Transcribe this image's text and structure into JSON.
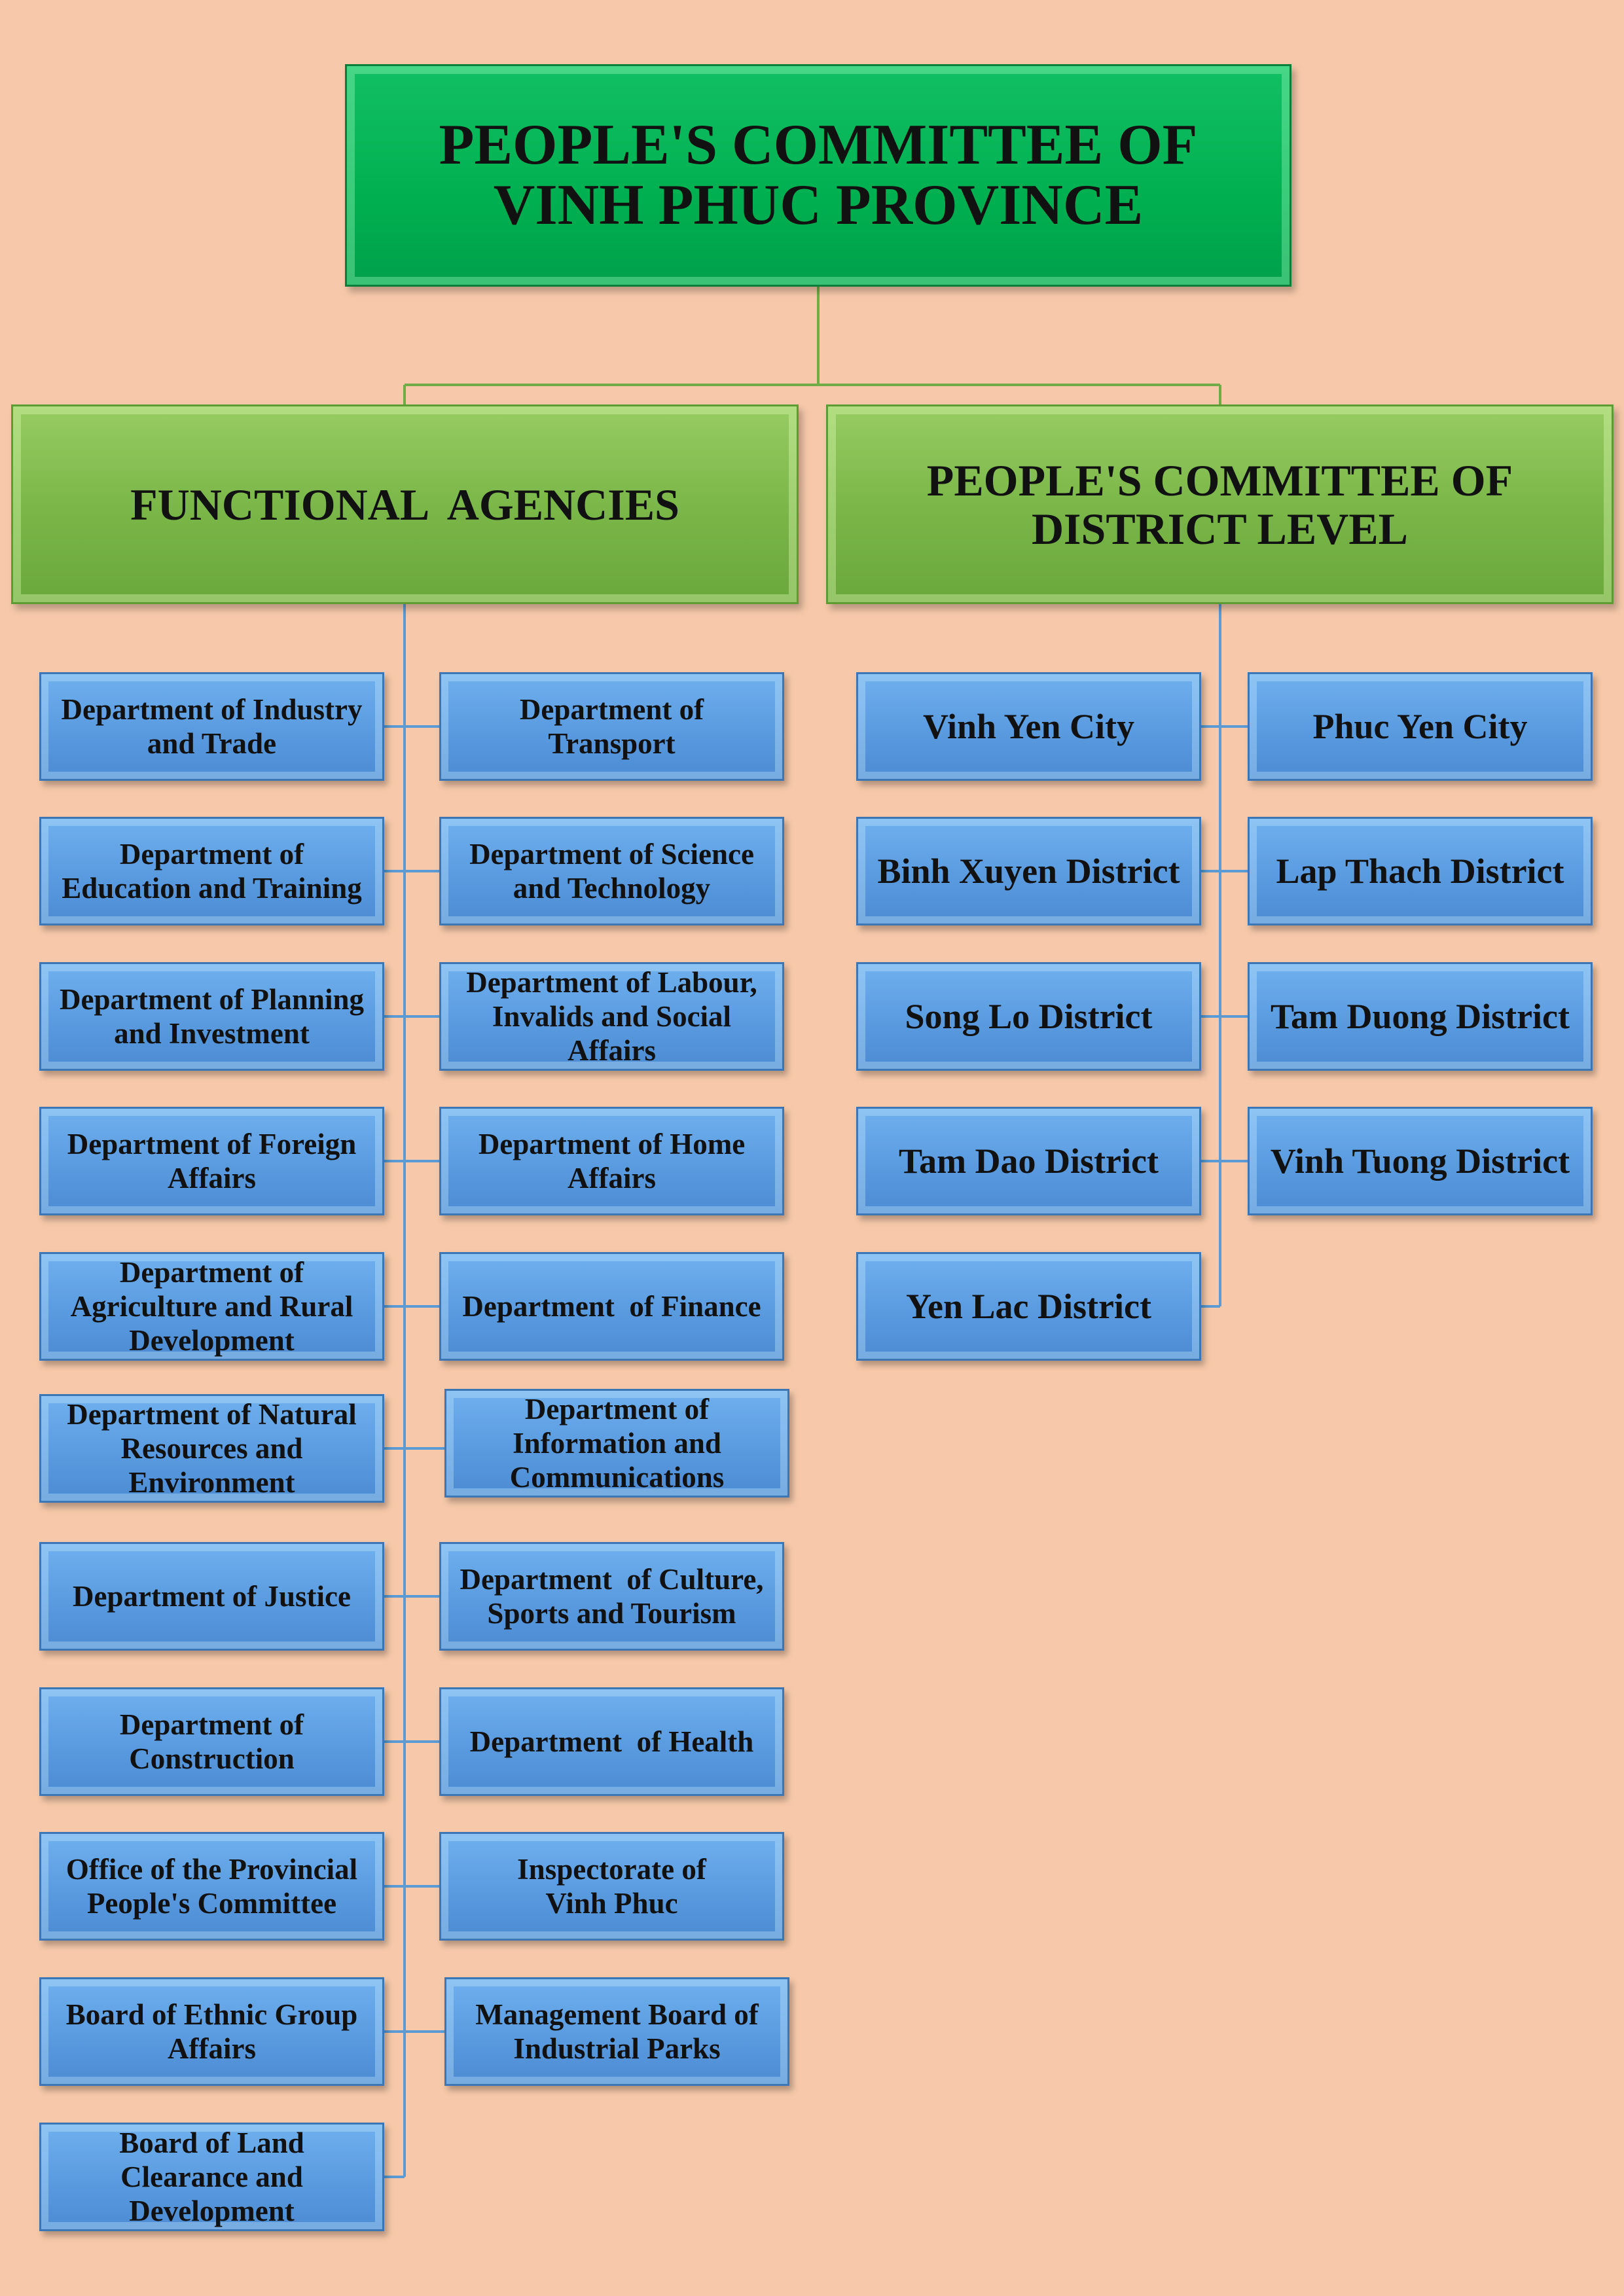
{
  "colors": {
    "background": "#F7C9AA",
    "root_fill": "#00B050",
    "category_fill": "#79B547",
    "unit_fill": "#5A9BE0",
    "green_connector": "#70AD47",
    "blue_connector": "#5B9BD5"
  },
  "root": {
    "lines": [
      "PEOPLE'S COMMITTEE OF",
      "VINH PHUC PROVINCE"
    ]
  },
  "functional": {
    "lines": [
      "FUNCTIONAL  AGENCIES"
    ],
    "left": [
      {
        "lines": [
          "Department of Industry",
          "and Trade"
        ]
      },
      {
        "lines": [
          "Department of",
          "Education and Training"
        ]
      },
      {
        "lines": [
          "Department of Planning",
          "and Investment"
        ]
      },
      {
        "lines": [
          "Department of Foreign",
          "Affairs"
        ]
      },
      {
        "lines": [
          "Department of",
          "Agriculture and Rural",
          "Development"
        ]
      },
      {
        "lines": [
          "Department of Natural",
          "Resources and",
          "Environment"
        ]
      },
      {
        "lines": [
          "Department of Justice"
        ]
      },
      {
        "lines": [
          "Department of",
          "Construction"
        ]
      },
      {
        "lines": [
          "Office of the Provincial",
          "People's Committee"
        ]
      },
      {
        "lines": [
          "Board of Ethnic Group",
          "Affairs"
        ]
      },
      {
        "lines": [
          "Board of Land",
          "Clearance and",
          "Development"
        ]
      }
    ],
    "right": [
      {
        "lines": [
          "Department of",
          "Transport"
        ]
      },
      {
        "lines": [
          "Department of Science",
          "and Technology"
        ]
      },
      {
        "lines": [
          "Department of Labour,",
          "Invalids and Social",
          "Affairs"
        ]
      },
      {
        "lines": [
          "Department of Home",
          "Affairs"
        ]
      },
      {
        "lines": [
          "Department  of Finance"
        ]
      },
      {
        "lines": [
          "Department of",
          "Information and",
          "Communications"
        ]
      },
      {
        "lines": [
          "Department  of Culture,",
          "Sports and Tourism"
        ]
      },
      {
        "lines": [
          "Department  of Health"
        ]
      },
      {
        "lines": [
          "Inspectorate of",
          "Vinh Phuc"
        ]
      },
      {
        "lines": [
          "Management Board of",
          "Industrial Parks"
        ]
      }
    ]
  },
  "district": {
    "lines": [
      "PEOPLE'S COMMITTEE OF",
      "DISTRICT LEVEL"
    ],
    "left": [
      {
        "lines": [
          "Vinh Yen City"
        ]
      },
      {
        "lines": [
          "Binh Xuyen District"
        ]
      },
      {
        "lines": [
          "Song Lo District"
        ]
      },
      {
        "lines": [
          "Tam Dao District"
        ]
      },
      {
        "lines": [
          "Yen Lac District"
        ]
      }
    ],
    "right": [
      {
        "lines": [
          "Phuc Yen City"
        ]
      },
      {
        "lines": [
          "Lap Thach District"
        ]
      },
      {
        "lines": [
          "Tam Duong District"
        ]
      },
      {
        "lines": [
          "Vinh Tuong District"
        ]
      }
    ]
  }
}
